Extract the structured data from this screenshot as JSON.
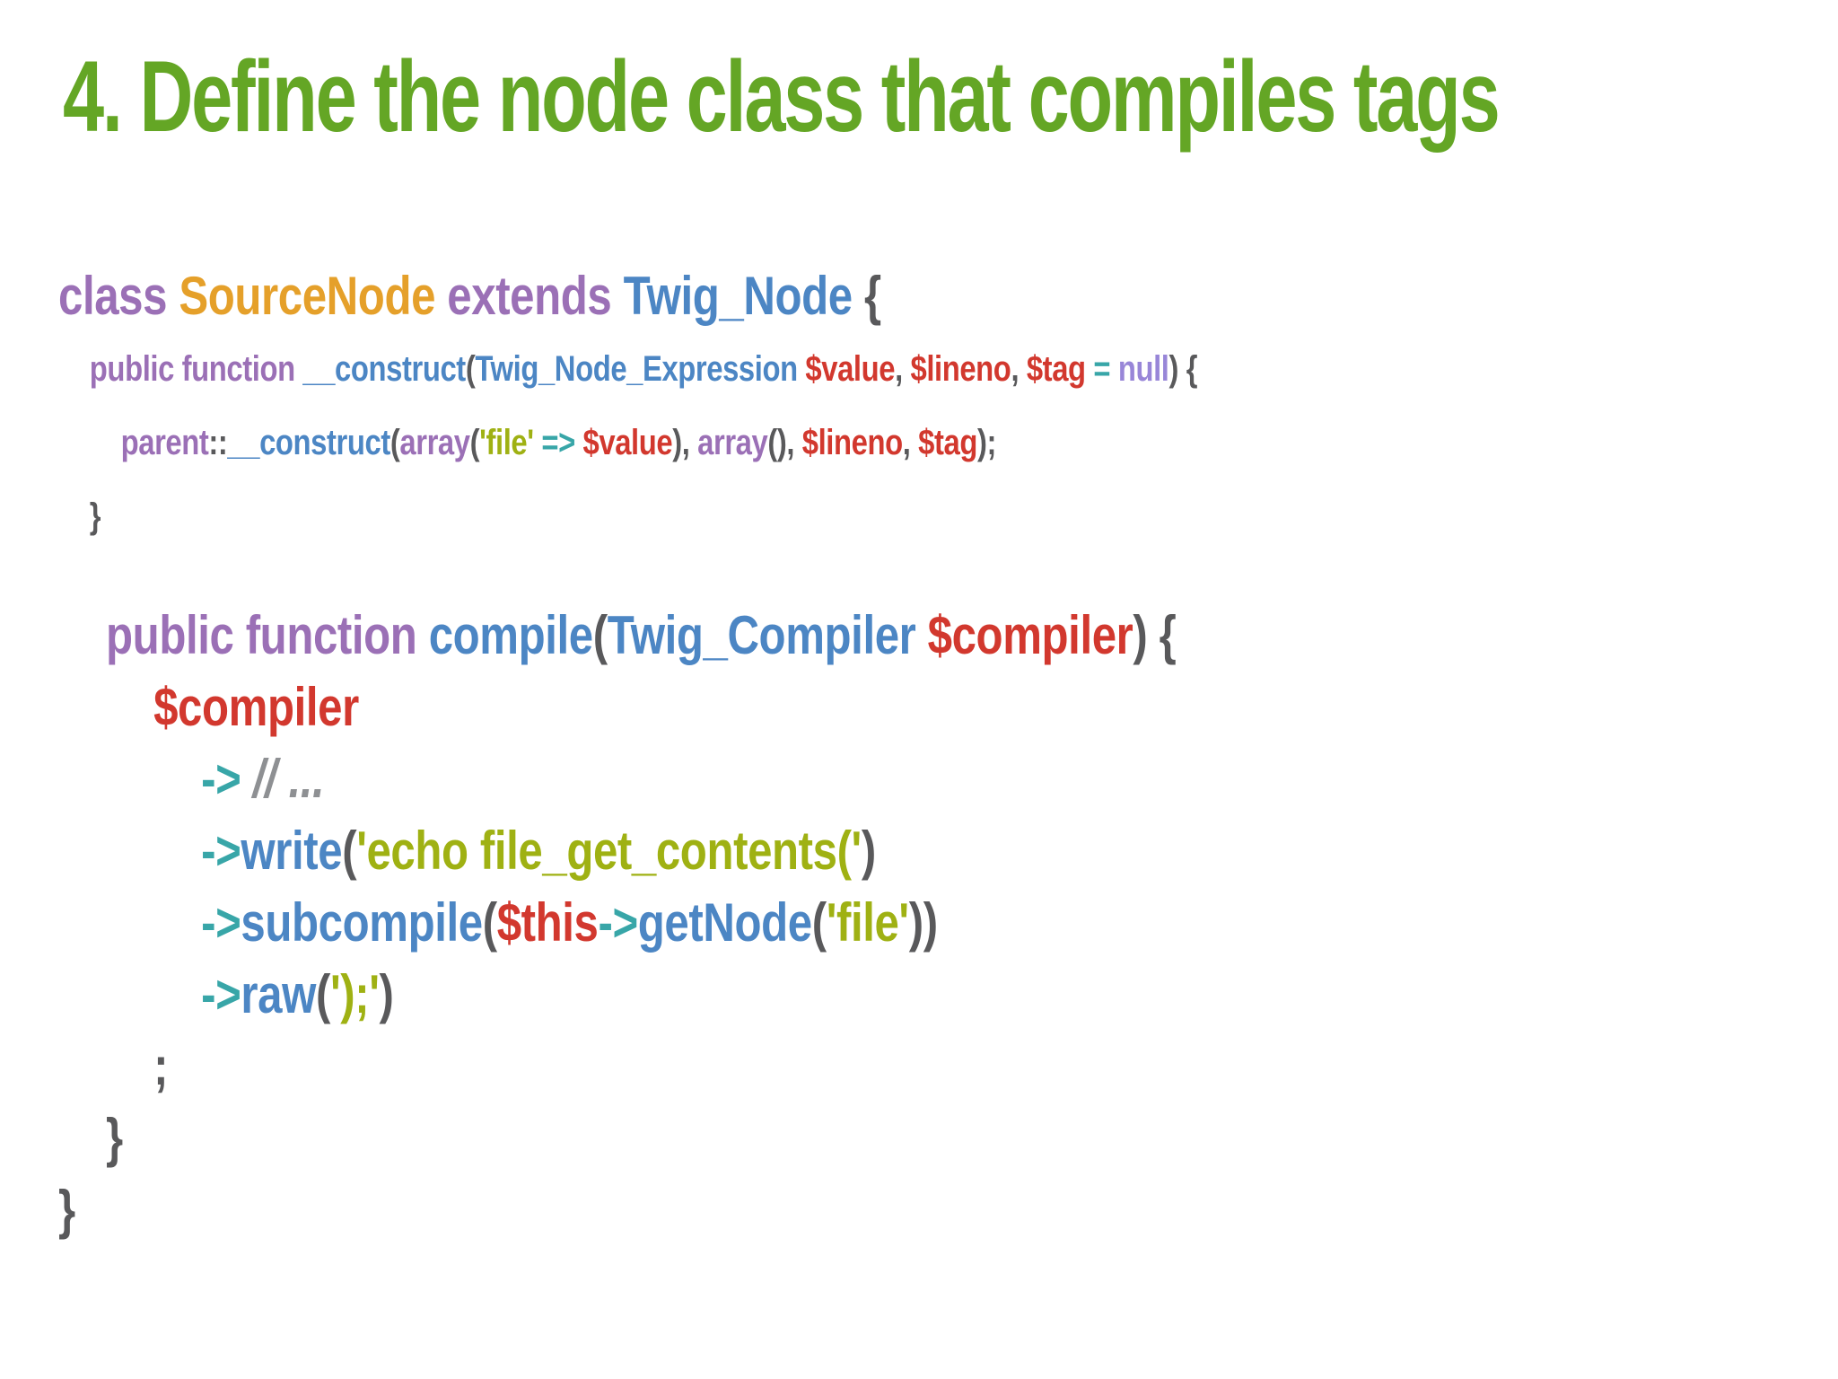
{
  "slide": {
    "title": "4. Define the node class that compiles tags",
    "title_color": "#64a625",
    "background_color": "#ffffff"
  },
  "syntax_colors": {
    "keyword": "#9b70b6",
    "classname": "#e5a02a",
    "identifier": "#4c86c4",
    "variable": "#d2382e",
    "operator": "#38a6a8",
    "string": "#9fb113",
    "constant": "#9886d8",
    "punctuation": "#59595b",
    "comment": "#8e9093"
  },
  "code": {
    "language": "php",
    "lines": [
      {
        "size": "large",
        "tokens": [
          {
            "text": "class ",
            "color": "keyword"
          },
          {
            "text": "SourceNode",
            "color": "classname"
          },
          {
            "text": " extends ",
            "color": "keyword"
          },
          {
            "text": "Twig_Node",
            "color": "identifier"
          },
          {
            "text": " {",
            "color": "punctuation"
          }
        ]
      },
      {
        "size": "small",
        "tokens": [
          {
            "text": "    ",
            "color": "punctuation"
          },
          {
            "text": "public function ",
            "color": "keyword"
          },
          {
            "text": "__construct",
            "color": "identifier"
          },
          {
            "text": "(",
            "color": "punctuation"
          },
          {
            "text": "Twig_Node_Expression ",
            "color": "identifier"
          },
          {
            "text": "$value",
            "color": "variable"
          },
          {
            "text": ", ",
            "color": "punctuation"
          },
          {
            "text": "$lineno",
            "color": "variable"
          },
          {
            "text": ", ",
            "color": "punctuation"
          },
          {
            "text": "$tag",
            "color": "variable"
          },
          {
            "text": " ",
            "color": "punctuation"
          },
          {
            "text": "=",
            "color": "operator"
          },
          {
            "text": " ",
            "color": "punctuation"
          },
          {
            "text": "null",
            "color": "constant"
          },
          {
            "text": ") {",
            "color": "punctuation"
          }
        ]
      },
      {
        "size": "small",
        "tokens": [
          {
            "text": "        ",
            "color": "punctuation"
          },
          {
            "text": "parent",
            "color": "keyword"
          },
          {
            "text": "::",
            "color": "punctuation"
          },
          {
            "text": "__construct",
            "color": "identifier"
          },
          {
            "text": "(",
            "color": "punctuation"
          },
          {
            "text": "array",
            "color": "keyword"
          },
          {
            "text": "(",
            "color": "punctuation"
          },
          {
            "text": "'file'",
            "color": "string"
          },
          {
            "text": " ",
            "color": "punctuation"
          },
          {
            "text": "=>",
            "color": "operator"
          },
          {
            "text": " ",
            "color": "punctuation"
          },
          {
            "text": "$value",
            "color": "variable"
          },
          {
            "text": "), ",
            "color": "punctuation"
          },
          {
            "text": "array",
            "color": "keyword"
          },
          {
            "text": "(), ",
            "color": "punctuation"
          },
          {
            "text": "$lineno",
            "color": "variable"
          },
          {
            "text": ", ",
            "color": "punctuation"
          },
          {
            "text": "$tag",
            "color": "variable"
          },
          {
            "text": ");",
            "color": "punctuation"
          }
        ]
      },
      {
        "size": "small",
        "tokens": [
          {
            "text": "    }",
            "color": "punctuation"
          }
        ]
      },
      {
        "size": "large",
        "tokens": []
      },
      {
        "size": "large",
        "tokens": [
          {
            "text": "    ",
            "color": "punctuation"
          },
          {
            "text": "public function ",
            "color": "keyword"
          },
          {
            "text": "compile",
            "color": "identifier"
          },
          {
            "text": "(",
            "color": "punctuation"
          },
          {
            "text": "Twig_Compiler ",
            "color": "identifier"
          },
          {
            "text": "$compiler",
            "color": "variable"
          },
          {
            "text": ") {",
            "color": "punctuation"
          }
        ]
      },
      {
        "size": "large",
        "tokens": [
          {
            "text": "        ",
            "color": "punctuation"
          },
          {
            "text": "$compiler",
            "color": "variable"
          }
        ]
      },
      {
        "size": "large",
        "tokens": [
          {
            "text": "            ",
            "color": "punctuation"
          },
          {
            "text": "->",
            "color": "operator"
          },
          {
            "text": " ",
            "color": "punctuation"
          },
          {
            "text": "// ...",
            "color": "comment"
          }
        ]
      },
      {
        "size": "large",
        "tokens": [
          {
            "text": "            ",
            "color": "punctuation"
          },
          {
            "text": "->",
            "color": "operator"
          },
          {
            "text": "write",
            "color": "identifier"
          },
          {
            "text": "(",
            "color": "punctuation"
          },
          {
            "text": "'echo file_get_contents('",
            "color": "string"
          },
          {
            "text": ")",
            "color": "punctuation"
          }
        ]
      },
      {
        "size": "large",
        "tokens": [
          {
            "text": "            ",
            "color": "punctuation"
          },
          {
            "text": "->",
            "color": "operator"
          },
          {
            "text": "subcompile",
            "color": "identifier"
          },
          {
            "text": "(",
            "color": "punctuation"
          },
          {
            "text": "$this",
            "color": "variable"
          },
          {
            "text": "->",
            "color": "operator"
          },
          {
            "text": "getNode",
            "color": "identifier"
          },
          {
            "text": "(",
            "color": "punctuation"
          },
          {
            "text": "'file'",
            "color": "string"
          },
          {
            "text": "))",
            "color": "punctuation"
          }
        ]
      },
      {
        "size": "large",
        "tokens": [
          {
            "text": "            ",
            "color": "punctuation"
          },
          {
            "text": "->",
            "color": "operator"
          },
          {
            "text": "raw",
            "color": "identifier"
          },
          {
            "text": "(",
            "color": "punctuation"
          },
          {
            "text": "');'",
            "color": "string"
          },
          {
            "text": ")",
            "color": "punctuation"
          }
        ]
      },
      {
        "size": "large",
        "tokens": [
          {
            "text": "        ;",
            "color": "punctuation"
          }
        ]
      },
      {
        "size": "large",
        "tokens": [
          {
            "text": "    }",
            "color": "punctuation"
          }
        ]
      },
      {
        "size": "large",
        "tokens": [
          {
            "text": "}",
            "color": "punctuation"
          }
        ]
      }
    ]
  }
}
